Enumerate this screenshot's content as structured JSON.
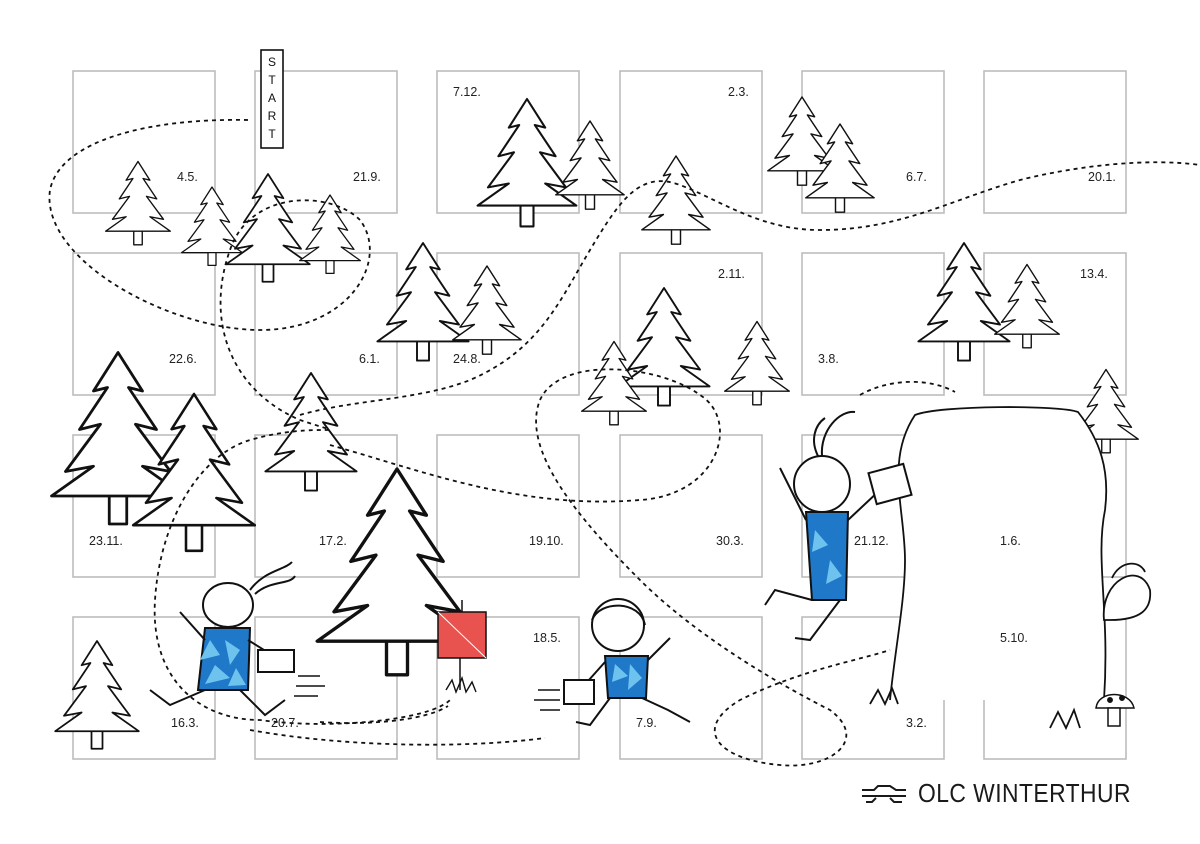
{
  "start_label": "START",
  "club": {
    "name": "OLC WINTERTHUR",
    "logo_icon": "lion-logo-icon"
  },
  "colors": {
    "grid": "#bdbdbd",
    "line": "#111111",
    "flag": "#e8534f",
    "shirt": "#1f78c8"
  },
  "calendar": {
    "rows": [
      [
        "4.5.",
        "21.9.",
        "7.12.",
        "2.3.",
        "6.7.",
        "20.1."
      ],
      [
        "22.6.",
        "6.1.",
        "24.8.",
        "2.11.",
        "3.8.",
        "13.4."
      ],
      [
        "23.11.",
        "17.2.",
        "19.10.",
        "30.3.",
        "21.12.",
        "1.6."
      ],
      [
        "16.3.",
        "20.7.",
        "18.5.",
        "7.9.",
        "3.2.",
        "5.10."
      ]
    ]
  }
}
